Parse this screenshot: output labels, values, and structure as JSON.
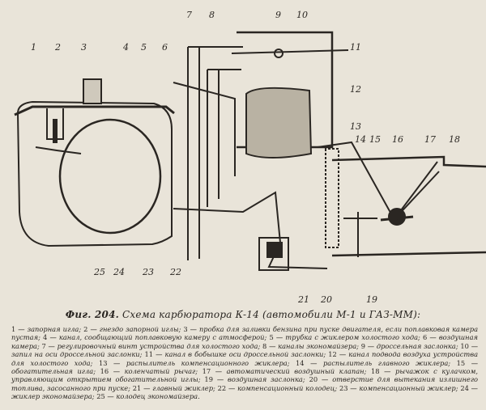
{
  "figure": {
    "callouts": [
      "1",
      "2",
      "3",
      "4",
      "5",
      "6",
      "7",
      "8",
      "9",
      "10",
      "11",
      "12",
      "13",
      "14",
      "15",
      "16",
      "17",
      "18",
      "19",
      "20",
      "21",
      "22",
      "23",
      "24",
      "25"
    ]
  },
  "caption": {
    "label": "Фиг. 204.",
    "title": "Схема карбюратора К-14 (автомобили М-1 и ГАЗ-ММ):"
  },
  "legend": [
    {
      "n": "1",
      "text": "запорная игла;"
    },
    {
      "n": "2",
      "text": "гнездо запорной иглы;"
    },
    {
      "n": "3",
      "text": "пробка для заливки бензина при пуске двигателя, если поплавковая камера пустая;"
    },
    {
      "n": "4",
      "text": "канал, сообщающий поплавковую камеру с атмосферой;"
    },
    {
      "n": "5",
      "text": "трубка с жиклером холостого хода;"
    },
    {
      "n": "6",
      "text": "воздушная камера;"
    },
    {
      "n": "7",
      "text": "регулировочный винт устройства для холостого хода;"
    },
    {
      "n": "8",
      "text": "каналы экономайзера;"
    },
    {
      "n": "9",
      "text": "дроссельная заслонка;"
    },
    {
      "n": "10",
      "text": "запил на оси дроссельной заслонки;"
    },
    {
      "n": "11",
      "text": "канал в бобышке оси дроссельной заслонки;"
    },
    {
      "n": "12",
      "text": "канал подвода воздуха устройства для холостого хода;"
    },
    {
      "n": "13",
      "text": "распылитель компенсационного жиклера;"
    },
    {
      "n": "14",
      "text": "распылитель главного жиклера;"
    },
    {
      "n": "15",
      "text": "обогатительная игла;"
    },
    {
      "n": "16",
      "text": "коленчатый рычаг;"
    },
    {
      "n": "17",
      "text": "автоматический воздушный клапан;"
    },
    {
      "n": "18",
      "text": "рычажок с кулачком, управляющим открытием обогатительной иглы;"
    },
    {
      "n": "19",
      "text": "воздушная заслонка;"
    },
    {
      "n": "20",
      "text": "отверстие для вытекания излишнего топлива, засосанного при пуске;"
    },
    {
      "n": "21",
      "text": "главный жиклер;"
    },
    {
      "n": "22",
      "text": "компенсационный колодец;"
    },
    {
      "n": "23",
      "text": "компенсационный жиклер;"
    },
    {
      "n": "24",
      "text": "жиклер экономайзера;"
    },
    {
      "n": "25",
      "text": "колодец экономайзера."
    }
  ],
  "colors": {
    "paper": "#e9e4d9",
    "ink": "#2a2622"
  }
}
